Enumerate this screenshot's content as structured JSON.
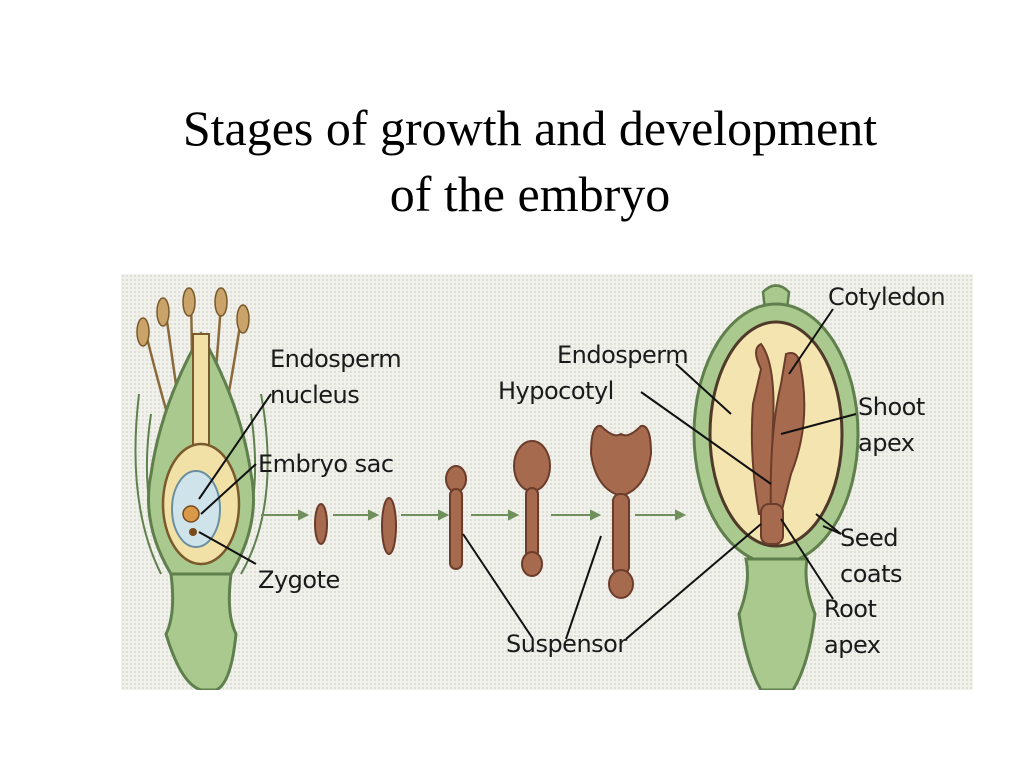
{
  "title": {
    "line1": "Stages of growth and development",
    "line2": "of the embryo"
  },
  "labels": {
    "endosperm_nucleus_1": "Endosperm",
    "endosperm_nucleus_2": "nucleus",
    "embryo_sac": "Embryo sac",
    "zygote": "Zygote",
    "endosperm": "Endosperm",
    "hypocotyl": "Hypocotyl",
    "cotyledon": "Cotyledon",
    "shoot_apex_1": "Shoot",
    "shoot_apex_2": "apex",
    "seed_coats_1": "Seed",
    "seed_coats_2": "coats",
    "root_apex_1": "Root",
    "root_apex_2": "apex",
    "suspensor": "Suspensor"
  },
  "colors": {
    "ovary_green": "#a9c98e",
    "ovary_outline": "#5f7f4c",
    "ovule_yellow": "#f2e1a6",
    "sac_blue": "#cfe3ea",
    "embryo_brown": "#a66a4f",
    "embryo_outline": "#6b3c2a",
    "seed_endosperm": "#f3e4b0"
  }
}
